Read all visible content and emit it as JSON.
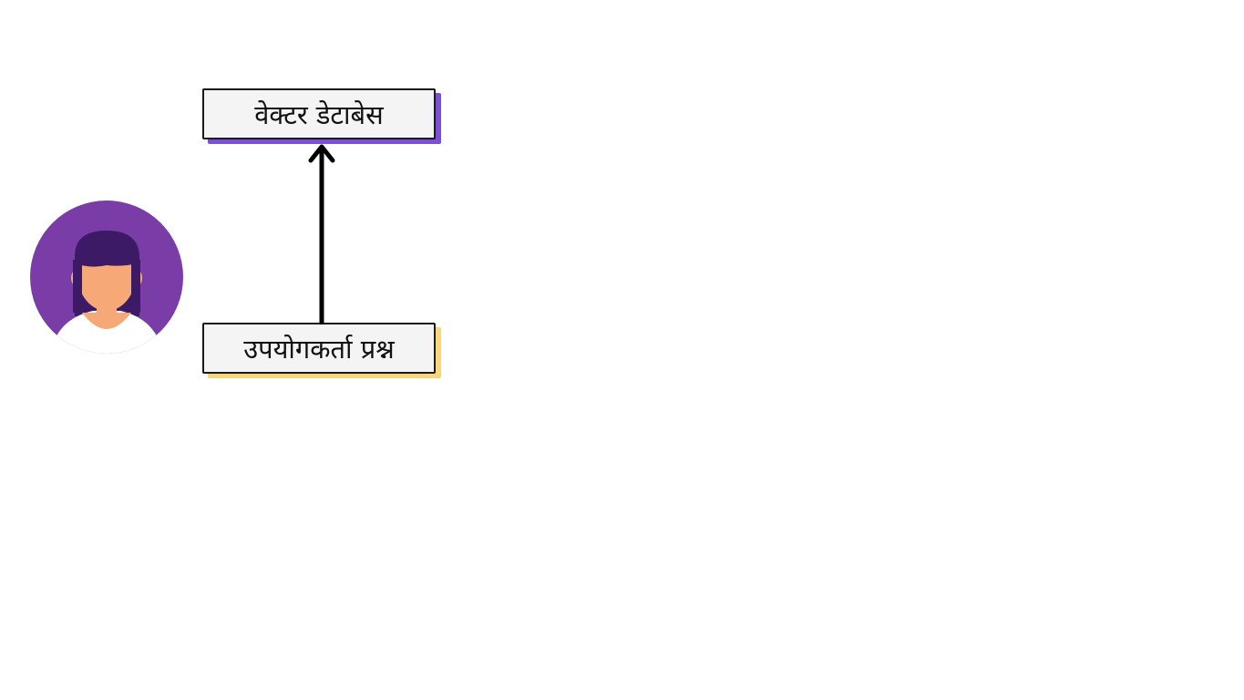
{
  "diagram": {
    "nodes": [
      {
        "id": "vector-db",
        "label": "वेक्टर डेटाबेस",
        "accent": "#7b4fd6"
      },
      {
        "id": "user-query",
        "label": "उपयोगकर्ता प्रश्न",
        "accent": "#f5d77a"
      }
    ],
    "edges": [
      {
        "from": "user-query",
        "to": "vector-db"
      }
    ],
    "avatar": {
      "icon": "user-avatar-icon",
      "circle_color": "#7a3da8",
      "hair_color": "#3d1a66",
      "skin_color": "#f7a877",
      "shirt_color": "#ffffff"
    }
  }
}
